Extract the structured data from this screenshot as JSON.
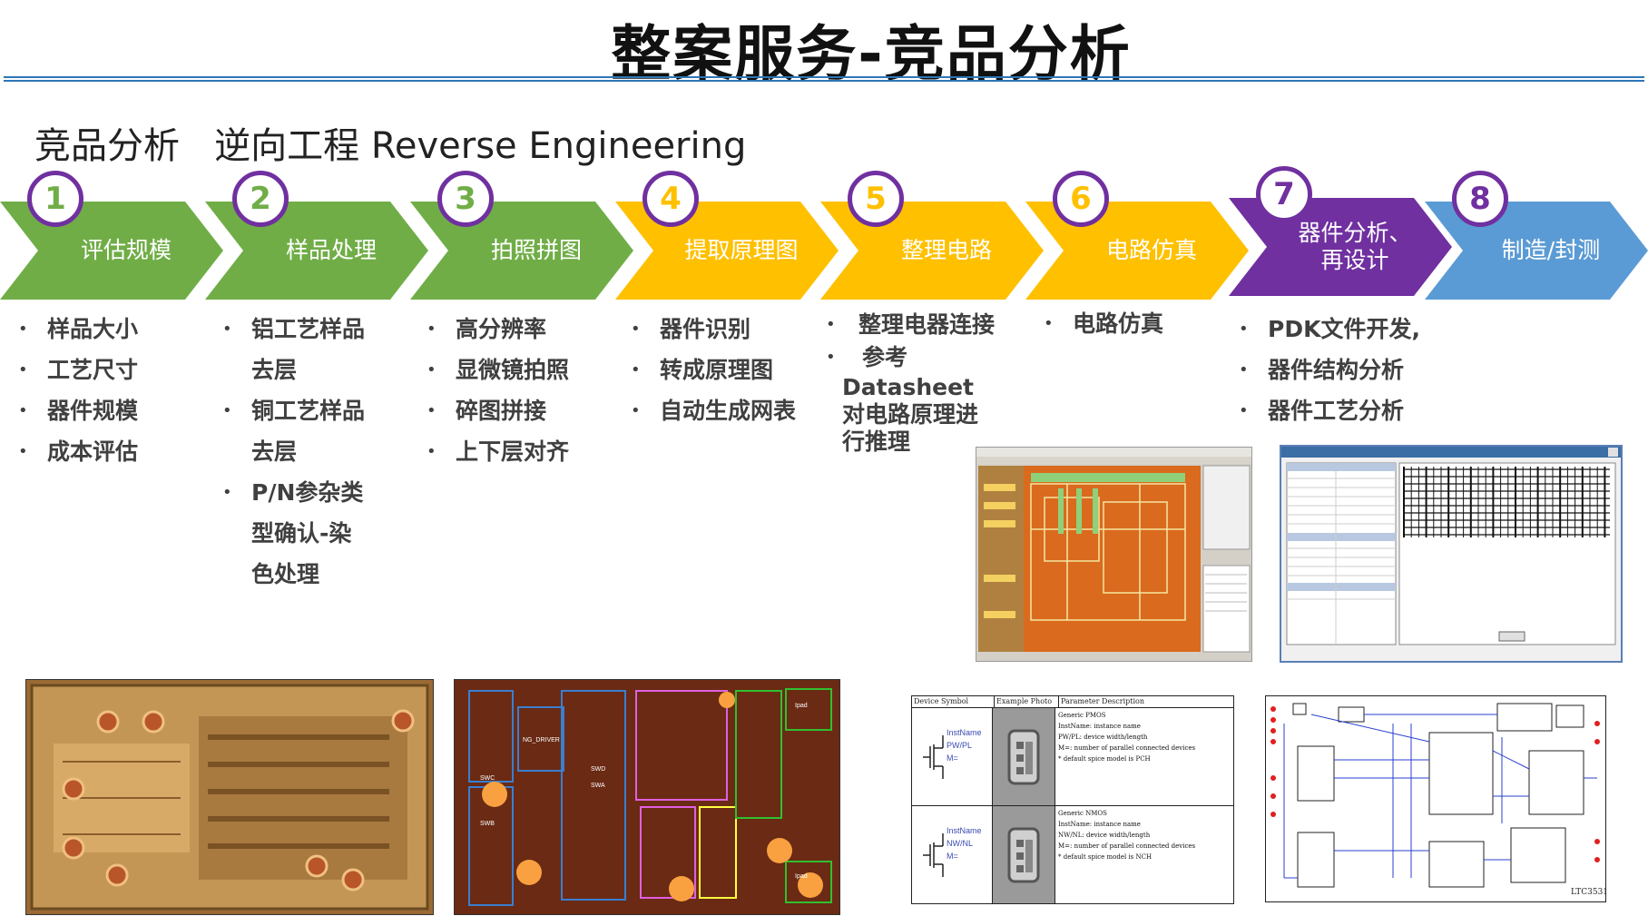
{
  "title": "整案服务-竞品分析",
  "subtitle": "竞品分析   逆向工程 Reverse Engineering",
  "colors": {
    "green": "#70ad47",
    "yellow": "#ffc000",
    "purple": "#7030a0",
    "blue": "#5b9bd5",
    "rule": "#2e75b6"
  },
  "steps": [
    {
      "num": "1",
      "label": "评估规模",
      "color": "#70ad47"
    },
    {
      "num": "2",
      "label": "样品处理",
      "color": "#70ad47"
    },
    {
      "num": "3",
      "label": "拍照拼图",
      "color": "#70ad47"
    },
    {
      "num": "4",
      "label": "提取原理图",
      "color": "#ffc000"
    },
    {
      "num": "5",
      "label": "整理电路",
      "color": "#ffc000"
    },
    {
      "num": "6",
      "label": "电路仿真",
      "color": "#ffc000"
    },
    {
      "num": "7",
      "label": "器件分析、再设计",
      "color": "#7030a0"
    },
    {
      "num": "8",
      "label": "制造/封测",
      "color": "#5b9bd5"
    }
  ],
  "lists": {
    "col1": [
      "样品大小",
      "工艺尺寸",
      "器件规模",
      "成本评估"
    ],
    "col2": [
      "铝工艺样品",
      "去层",
      "铜工艺样品",
      "去层",
      "P/N参杂类",
      "型确认-染",
      "色处理"
    ],
    "col3": [
      "高分辨率",
      "显微镜拍照",
      "碎图拼接",
      "上下层对齐"
    ],
    "col4": [
      "器件识别",
      "转成原理图",
      "自动生成网表"
    ],
    "col5": [
      "整理电器连接",
      "参考",
      "Datasheet",
      "对电路原理进",
      "行推理"
    ],
    "col6": [
      "电路仿真"
    ],
    "col7": [
      "PDK文件开发,",
      "器件结构分析",
      "器件工艺分析"
    ]
  },
  "bullet": "•",
  "table": {
    "headers": [
      "Device Symbol",
      "Example Photo",
      "Parameter Description"
    ],
    "rows": [
      {
        "sym1": "InstName",
        "sym2": "PW/PL",
        "sym3": "M=",
        "desc": [
          "Generic PMOS",
          "InstName: instance name",
          "PW/PL: device width/length",
          "M=: number of parallel connected devices",
          "* default spice model is PCH"
        ]
      },
      {
        "sym1": "InstName",
        "sym2": "NW/NL",
        "sym3": "M=",
        "desc": [
          "Generic NMOS",
          "InstName: instance name",
          "NW/NL: device width/length",
          "M=: number of parallel connected devices",
          "* default spice model is NCH"
        ]
      }
    ]
  },
  "schematic_label": "LTC3531",
  "die_labels": [
    "SWC",
    "SWB",
    "SWD",
    "SWA",
    "NG_DRIVER",
    "Ipad",
    "Ipad"
  ]
}
